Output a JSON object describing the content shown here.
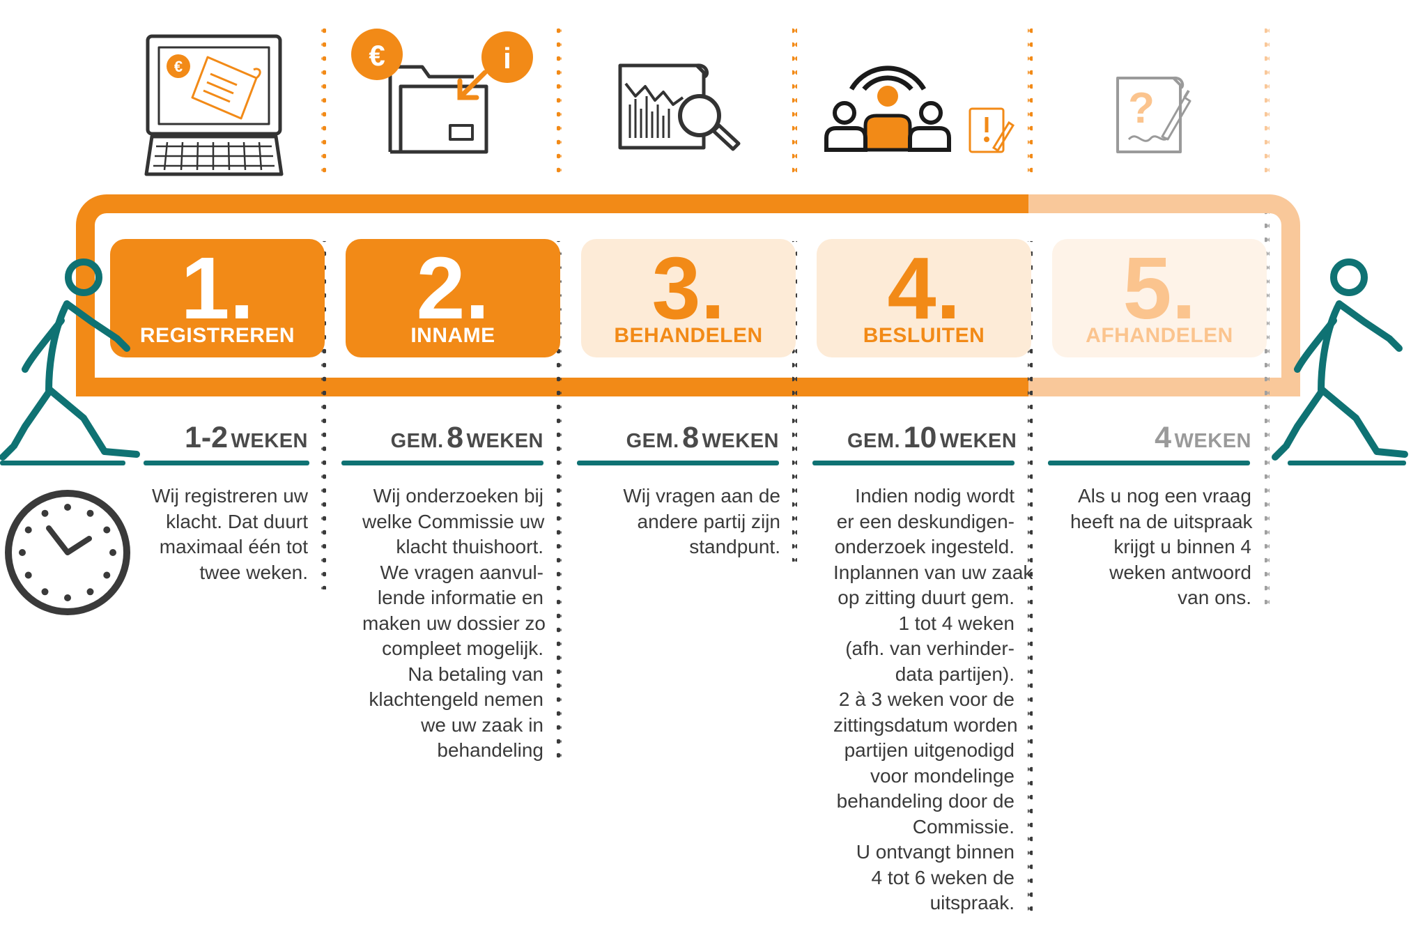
{
  "colors": {
    "orange": "#f28a17",
    "orange_pale": "#fdebd7",
    "orange_faint": "#fef3e8",
    "text_step3": "#f28a17",
    "text_step4": "#f28a17",
    "text_step5": "#fbc48e",
    "teal": "#0f7273",
    "dark": "#3a3a3a",
    "grey": "#9a9a9a"
  },
  "steps": [
    {
      "number": "1.",
      "label": "REGISTREREN",
      "icon": "computer-complaint-icon",
      "duration": {
        "prefix": "",
        "value": "1-2",
        "unit": "WEKEN"
      },
      "description": [
        "Wij registreren uw",
        "klacht. Dat duurt",
        "maximaal één tot",
        "twee weken."
      ]
    },
    {
      "number": "2.",
      "label": "INNAME",
      "icon": "folder-intake-icon",
      "duration": {
        "prefix": "GEM.",
        "value": "8",
        "unit": "WEKEN"
      },
      "description": [
        "Wij onderzoeken bij",
        "welke Commissie uw",
        "klacht thuishoort.",
        "We vragen aanvul-",
        "lende informatie en",
        "maken uw dossier zo",
        "compleet mogelijk.",
        "Na betaling van",
        "klachtengeld nemen",
        "we uw zaak in",
        "behandeling"
      ]
    },
    {
      "number": "3.",
      "label": "BEHANDELEN",
      "icon": "report-magnifier-icon",
      "duration": {
        "prefix": "GEM.",
        "value": "8",
        "unit": "WEKEN"
      },
      "description": [
        "Wij vragen aan de",
        "andere partij zijn",
        "standpunt."
      ]
    },
    {
      "number": "4.",
      "label": "BESLUITEN",
      "icon": "hearing-people-icon",
      "duration": {
        "prefix": "GEM.",
        "value": "10",
        "unit": "WEKEN"
      },
      "description": [
        "Indien nodig wordt",
        "er een deskundigen-",
        "onderzoek ingesteld.",
        "Inplannen van uw zaak",
        "op zitting duurt gem.",
        "1 tot 4 weken",
        "(afh. van verhinder-",
        "data partijen).",
        "2 à 3 weken voor de",
        "zittingsdatum worden",
        "partijen uitgenodigd",
        "voor mondelinge",
        "behandeling door de",
        "Commissie.",
        "U ontvangt binnen",
        "4 tot 6 weken de",
        "uitspraak."
      ]
    },
    {
      "number": "5.",
      "label": "AFHANDELEN",
      "icon": "question-document-icon",
      "duration": {
        "prefix": "",
        "value": "4",
        "unit": "WEKEN"
      },
      "description": [
        "Als u nog een vraag",
        "heeft na de uitspraak",
        "krijgt u binnen 4",
        "weken antwoord",
        "van ons."
      ]
    }
  ],
  "decor": {
    "left_figure": "walking-person-icon",
    "right_figure": "walking-person-icon",
    "clock": "clock-icon"
  }
}
